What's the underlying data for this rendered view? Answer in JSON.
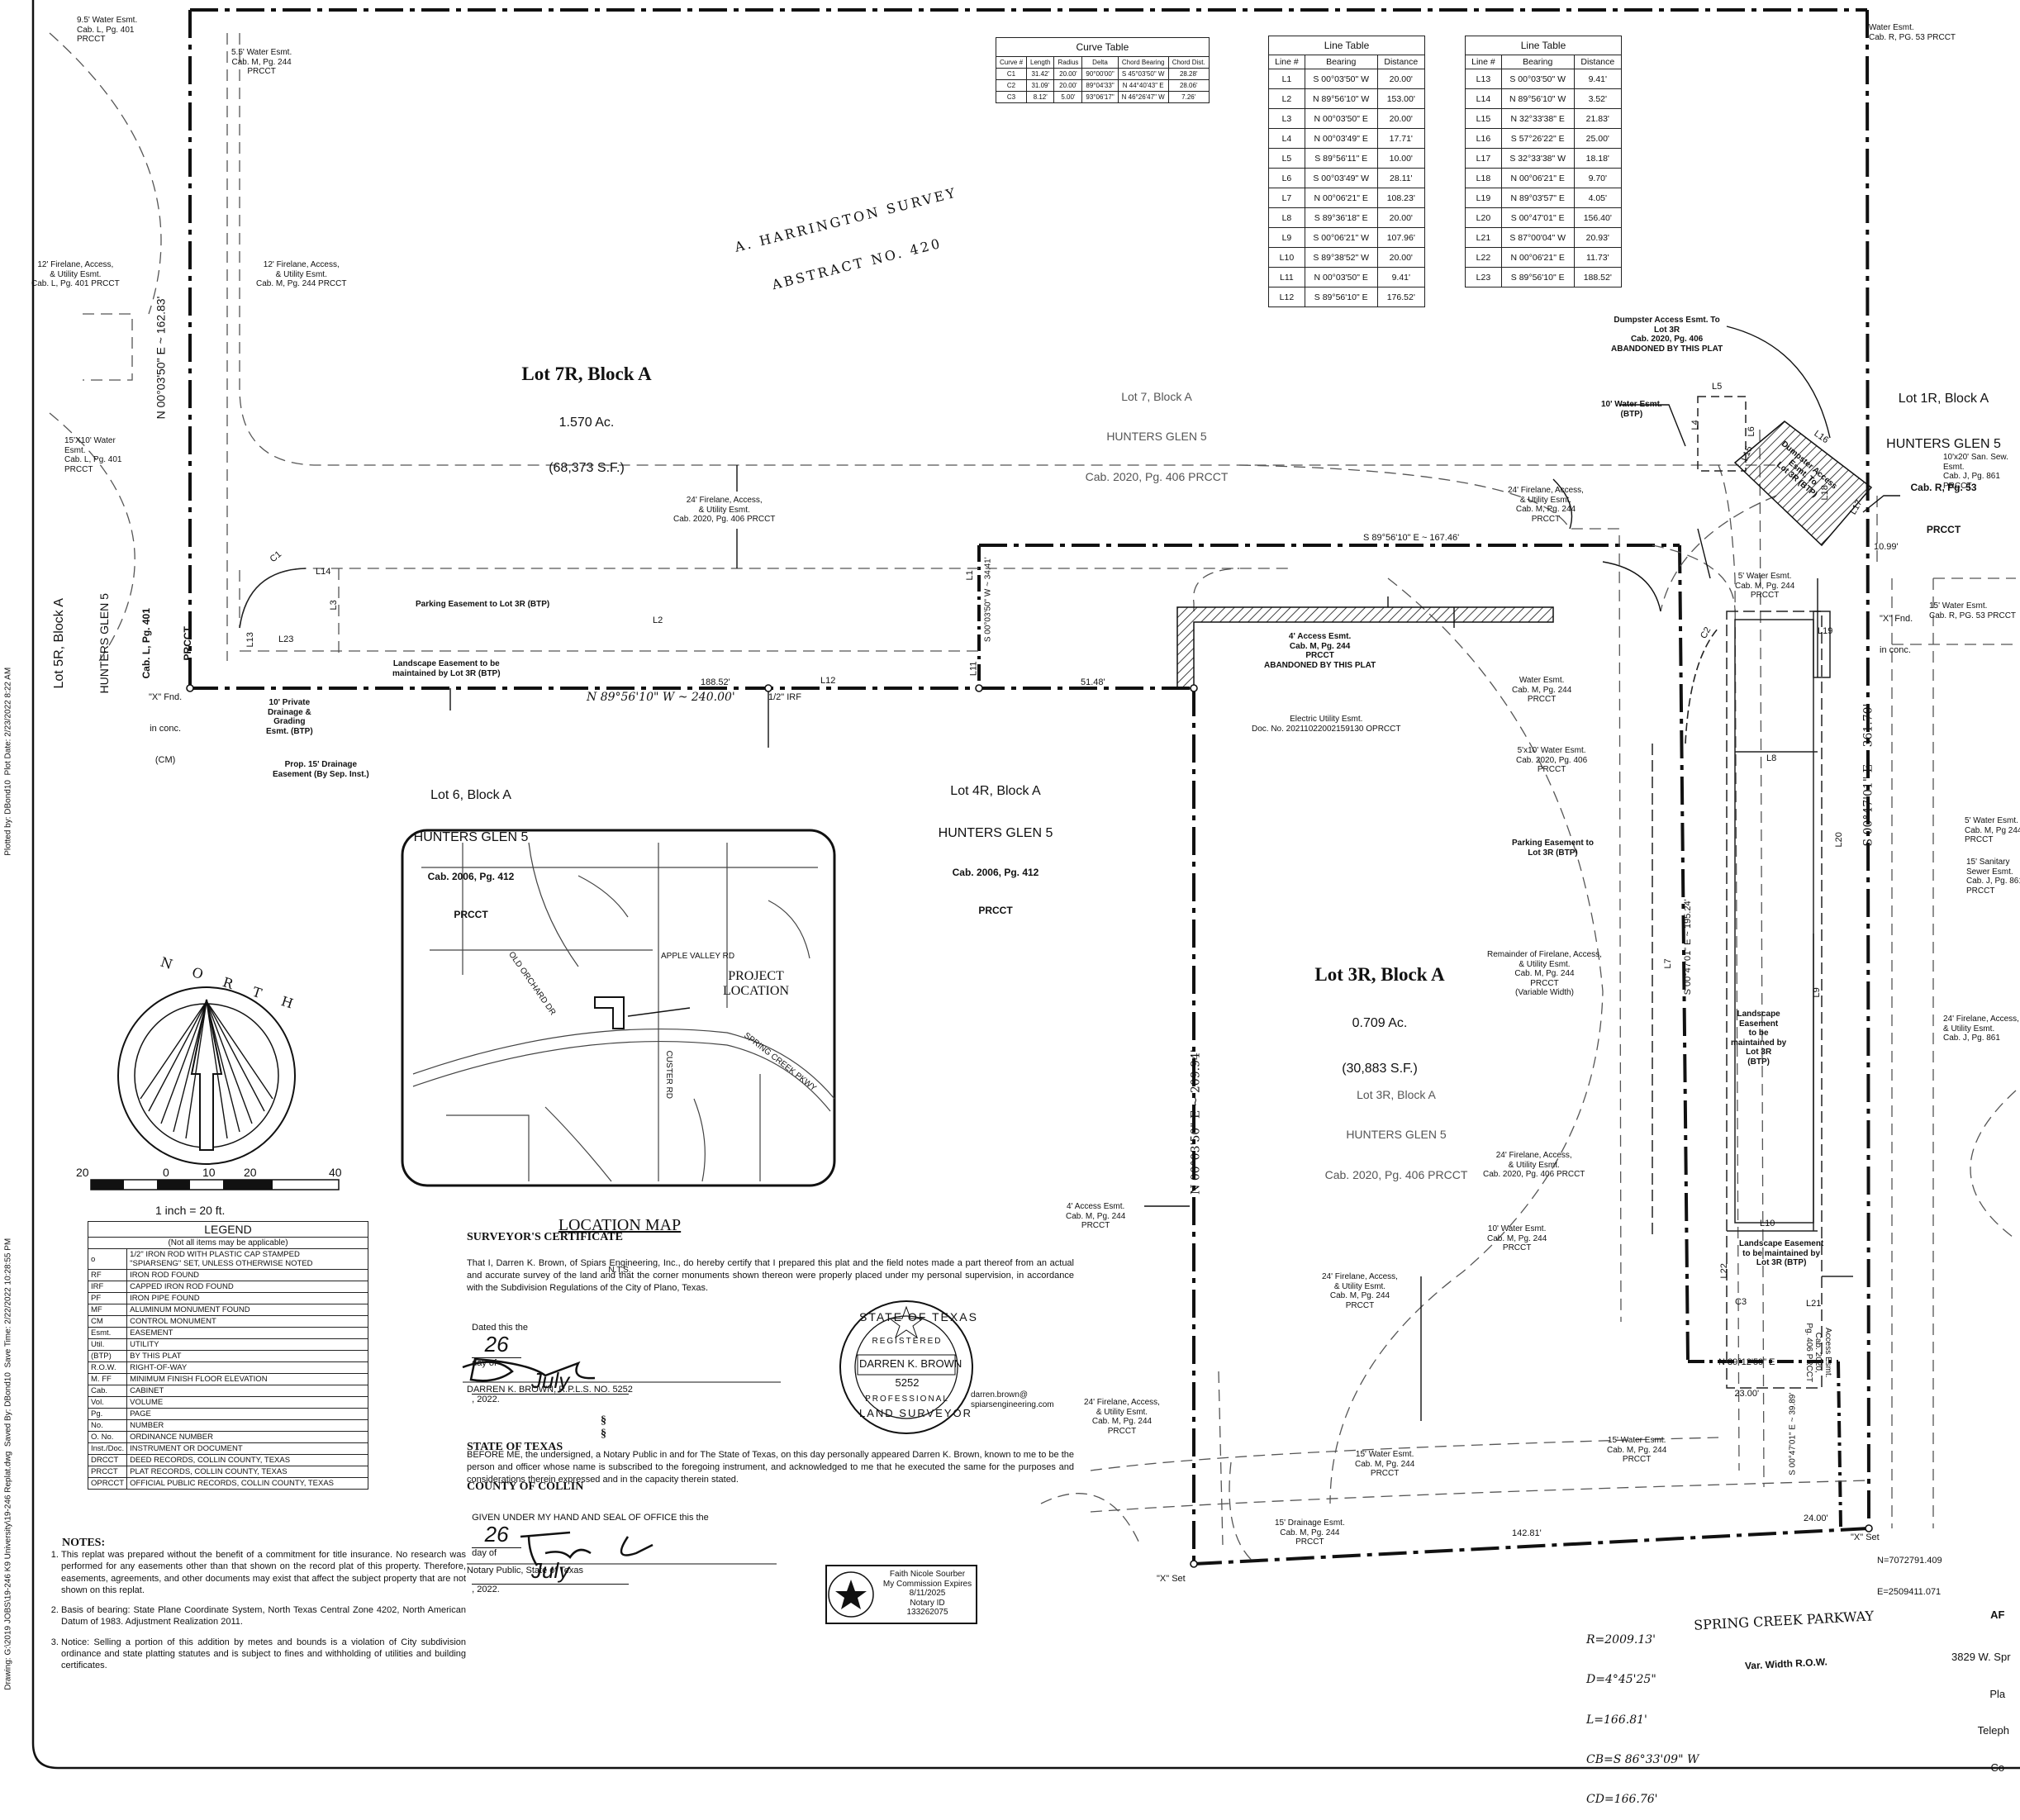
{
  "survey": {
    "line1": "A. HARRINGTON SURVEY",
    "line2": "ABSTRACT NO. 420"
  },
  "lots": {
    "lot7r": {
      "name": "Lot 7R, Block A",
      "area_ac": "1.570 Ac.",
      "area_sf": "(68,373 S.F.)"
    },
    "lot7": {
      "l1": "Lot 7, Block A",
      "l2": "HUNTERS GLEN 5",
      "l3": "Cab. 2020, Pg. 406 PRCCT"
    },
    "lot3r": {
      "name": "Lot 3R, Block A",
      "area_ac": "0.709 Ac.",
      "area_sf": "(30,883 S.F.)"
    },
    "lot3": {
      "l1": "Lot 3R, Block A",
      "l2": "HUNTERS GLEN 5",
      "l3": "Cab. 2020, Pg. 406 PRCCT"
    },
    "lot6": {
      "l1": "Lot 6, Block A",
      "l2": "HUNTERS GLEN 5",
      "l3": "Cab. 2006, Pg. 412",
      "l4": "PRCCT"
    },
    "lot4r": {
      "l1": "Lot 4R, Block A",
      "l2": "HUNTERS GLEN 5",
      "l3": "Cab. 2006, Pg. 412",
      "l4": "PRCCT"
    },
    "lot1r": {
      "l1": "Lot 1R, Block A",
      "l2": "HUNTERS GLEN 5",
      "l3": "Cab. R, Pg. 53",
      "l4": "PRCCT"
    },
    "lot5r": {
      "l1": "Lot 5R, Block A",
      "l2": "HUNTERS GLEN 5",
      "l3": "Cab. L, Pg. 401",
      "l4": "PRCCT"
    }
  },
  "curve_table": {
    "title": "Curve Table",
    "headers": [
      "Curve #",
      "Length",
      "Radius",
      "Delta",
      "Chord Bearing",
      "Chord Dist."
    ],
    "rows": [
      [
        "C1",
        "31.42'",
        "20.00'",
        "90°00'00\"",
        "S 45°03'50\" W",
        "28.28'"
      ],
      [
        "C2",
        "31.09'",
        "20.00'",
        "89°04'33\"",
        "N 44°40'43\" E",
        "28.06'"
      ],
      [
        "C3",
        "8.12'",
        "5.00'",
        "93°06'17\"",
        "N 46°26'47\" W",
        "7.26'"
      ]
    ]
  },
  "line_table_1": {
    "title": "Line Table",
    "headers": [
      "Line #",
      "Bearing",
      "Distance"
    ],
    "rows": [
      [
        "L1",
        "S 00°03'50\" W",
        "20.00'"
      ],
      [
        "L2",
        "N 89°56'10\" W",
        "153.00'"
      ],
      [
        "L3",
        "N 00°03'50\" E",
        "20.00'"
      ],
      [
        "L4",
        "N 00°03'49\" E",
        "17.71'"
      ],
      [
        "L5",
        "S 89°56'11\" E",
        "10.00'"
      ],
      [
        "L6",
        "S 00°03'49\" W",
        "28.11'"
      ],
      [
        "L7",
        "N 00°06'21\" E",
        "108.23'"
      ],
      [
        "L8",
        "S 89°36'18\" E",
        "20.00'"
      ],
      [
        "L9",
        "S 00°06'21\" W",
        "107.96'"
      ],
      [
        "L10",
        "S 89°38'52\" W",
        "20.00'"
      ],
      [
        "L11",
        "N 00°03'50\" E",
        "9.41'"
      ],
      [
        "L12",
        "S 89°56'10\" E",
        "176.52'"
      ]
    ]
  },
  "line_table_2": {
    "title": "Line Table",
    "headers": [
      "Line #",
      "Bearing",
      "Distance"
    ],
    "rows": [
      [
        "L13",
        "S 00°03'50\" W",
        "9.41'"
      ],
      [
        "L14",
        "N 89°56'10\" W",
        "3.52'"
      ],
      [
        "L15",
        "N 32°33'38\" E",
        "21.83'"
      ],
      [
        "L16",
        "S 57°26'22\" E",
        "25.00'"
      ],
      [
        "L17",
        "S 32°33'38\" W",
        "18.18'"
      ],
      [
        "L18",
        "N 00°06'21\" E",
        "9.70'"
      ],
      [
        "L19",
        "N 89°03'57\" E",
        "4.05'"
      ],
      [
        "L20",
        "S 00°47'01\" E",
        "156.40'"
      ],
      [
        "L21",
        "S 87°00'04\" W",
        "20.93'"
      ],
      [
        "L22",
        "N 00°06'21\" E",
        "11.73'"
      ],
      [
        "L23",
        "S 89°56'10\" E",
        "188.52'"
      ]
    ]
  },
  "calls": {
    "west_line": "N 00°03'50\" E ~ 162.83'",
    "south_line_7r": "N 89°56'10\" W ~ 240.00'",
    "seg_188": "188.52'",
    "seg_51": "51.48'",
    "l11_call": "S 00°03'50\" W ~ 34.41'",
    "top_3r": "S 89°56'10\" E ~ 167.46'",
    "west_3r": "N 00°03'50\" E ~ 209.94'",
    "east_main": "S 00°47'01\" E ~ 361.70'",
    "inner_east": "S 00°47'01\" E ~ 195.24'",
    "south_east": "S 00°47'01\" E ~ 39.89'",
    "n89": "N 89°12'59\" E",
    "n89d": "23.00'",
    "d24": "24.00'",
    "d10_99": "10.99'",
    "d142": "142.81'",
    "irf": "1/2\" IRF",
    "x_set1": "\"X\" Set",
    "x_set2": "\"X\" Set",
    "x_fnd1": "\"X\" Fnd.",
    "x_fnd1b": "in conc.",
    "x_fnd1c": "(CM)",
    "x_fnd2": "\"X\" Fnd.",
    "x_fnd2b": "in conc.",
    "coords1": "N=7072791.409",
    "coords2": "E=2509411.071"
  },
  "curve_data": {
    "r": "R=2009.13'",
    "d": "D=4°45'25\"",
    "l": "L=166.81'",
    "cb": "CB=S 86°33'09\" W",
    "cd": "CD=166.76'"
  },
  "road": {
    "name": "SPRING CREEK PARKWAY",
    "row": "Var. Width R.O.W."
  },
  "notes_labels": {
    "a1": "9.5' Water Esmt.\nCab. L, Pg. 401\nPRCCT",
    "a2": "5.5' Water Esmt.\nCab. M, Pg. 244\nPRCCT",
    "a3": "12' Firelane, Access,\n& Utility Esmt.\nCab. L, Pg. 401 PRCCT",
    "a4": "12' Firelane, Access,\n& Utility Esmt.\nCab. M, Pg. 244 PRCCT",
    "a5": "15'X10' Water\nEsmt.\nCab. L, Pg. 401\nPRCCT",
    "a6": "24' Firelane, Access,\n& Utility Esmt.\nCab. 2020, Pg. 406 PRCCT",
    "a7": "Parking Easement to Lot 3R (BTP)",
    "a8": "Landscape Easement to be\nmaintained by Lot 3R (BTP)",
    "a9": "10' Private\nDrainage &\nGrading\nEsmt. (BTP)",
    "a10": "Prop. 15' Drainage\nEasement (By Sep. Inst.)",
    "a11": "4' Access Esmt.\nCab. M, Pg. 244\nPRCCT\nABANDONED BY THIS PLAT",
    "a12": "Electric Utility Esmt.\nDoc. No. 20211022002159130 OPRCCT",
    "a13": "Dumpster Access Esmt. To\nLot 3R\nCab. 2020, Pg. 406\nABANDONED BY THIS PLAT",
    "a14": "10' Water Esmt.\n(BTP)",
    "a15": "24' Firelane, Access,\n& Utility Esmt.\nCab. M, Pg. 244\nPRCCT",
    "a16": "5' Water Esmt.\nCab. M, Pg. 244\nPRCCT",
    "a17": "Water Esmt.\nCab. M, Pg. 244\nPRCCT",
    "a18": "5'x10' Water Esmt.\nCab. 2020, Pg. 406\nPRCCT",
    "a19": "Parking Easement to\nLot 3R (BTP)",
    "a20": "Remainder of Firelane, Access,\n& Utility Esmt.\nCab. M, Pg. 244\nPRCCT\n(Variable Width)",
    "a21": "Landscape\nEasement\nto be\nmaintained by\nLot 3R\n(BTP)",
    "a22": "24' Firelane, Access,\n& Utility Esmt.\nCab. 2020, Pg. 406 PRCCT",
    "a23": "10' Water Esmt.\nCab. M, Pg. 244\nPRCCT",
    "a24": "Landscape Easement\nto be maintained by\nLot 3R (BTP)",
    "a25": "Access Esmt.\nCab. 2020,\nPg. 406 PRCCT",
    "a26": "4' Access Esmt.\nCab. M, Pg. 244\nPRCCT",
    "a27": "24' Firelane, Access,\n& Utility Esmt.\nCab. M, Pg. 244\nPRCCT",
    "a28": "24' Firelane, Access,\n& Utility Esmt.\nCab. M, Pg. 244\nPRCCT",
    "a29": "15' Water Esmt.\nCab. M, Pg. 244\nPRCCT",
    "a30": "15' Water Esmt.\nCab. M, Pg. 244\nPRCCT",
    "a31": "15' Drainage Esmt.\nCab. M, Pg. 244\nPRCCT",
    "a32": "Water Esmt.\nCab. R, PG. 53 PRCCT",
    "a33": "10'x20' San. Sew.\nEsmt.\nCab. J, Pg. 861\nPRCCT",
    "a34": "15' Water Esmt.\nCab. R, PG. 53 PRCCT",
    "a35": "5' Water Esmt.\nCab. M, Pg 244\nPRCCT",
    "a36": "15' Sanitary\nSewer Esmt.\nCab. J, Pg. 861\nPRCCT",
    "a37": "24' Firelane, Access,\n& Utility Esmt.\nCab. J, Pg. 861"
  },
  "line_labels": [
    "L1",
    "L2",
    "L3",
    "L4",
    "L5",
    "L6",
    "L7",
    "L8",
    "L9",
    "L10",
    "L11",
    "L12",
    "L13",
    "L14",
    "L15",
    "L16",
    "L17",
    "L18",
    "L19",
    "L20",
    "L21",
    "L22",
    "L23",
    "C1",
    "C2",
    "C3"
  ],
  "dumpster_label": "Dumpster Access\nEsmt. To\nLot 3R (BTP)",
  "north_arrow": {
    "label": "NORTH"
  },
  "scale": {
    "ticks": [
      "20",
      "0",
      "10",
      "20",
      "40"
    ],
    "text": "1 inch = 20 ft."
  },
  "location_map": {
    "title": "LOCATION MAP",
    "sub": "N.T.S.",
    "streets": [
      "APPLE VALLEY RD",
      "OLD ORCHARD DR",
      "SPRING CREEK PKWY",
      "CUSTER RD"
    ],
    "project": "PROJECT\nLOCATION"
  },
  "legend": {
    "title": "LEGEND",
    "note": "(Not all items may be applicable)",
    "rows": [
      [
        "o",
        "1/2\" IRON ROD WITH PLASTIC CAP STAMPED\n\"SPIARSENG\" SET, UNLESS OTHERWISE NOTED"
      ],
      [
        "RF",
        "IRON ROD FOUND"
      ],
      [
        "IRF",
        "CAPPED IRON ROD FOUND"
      ],
      [
        "PF",
        "IRON PIPE FOUND"
      ],
      [
        "MF",
        "ALUMINUM MONUMENT FOUND"
      ],
      [
        "CM",
        "CONTROL MONUMENT"
      ],
      [
        "Esmt.",
        "EASEMENT"
      ],
      [
        "Util.",
        "UTILITY"
      ],
      [
        "(BTP)",
        "BY THIS PLAT"
      ],
      [
        "R.O.W.",
        "RIGHT-OF-WAY"
      ],
      [
        "M. FF",
        "MINIMUM FINISH FLOOR ELEVATION"
      ],
      [
        "Cab.",
        "CABINET"
      ],
      [
        "Vol.",
        "VOLUME"
      ],
      [
        "Pg.",
        "PAGE"
      ],
      [
        "No.",
        "NUMBER"
      ],
      [
        "O. No.",
        "ORDINANCE NUMBER"
      ],
      [
        "Inst./Doc.",
        "INSTRUMENT OR DOCUMENT"
      ],
      [
        "DRCCT",
        "DEED RECORDS, COLLIN COUNTY, TEXAS"
      ],
      [
        "PRCCT",
        "PLAT RECORDS, COLLIN COUNTY, TEXAS"
      ],
      [
        "OPRCCT",
        "OFFICIAL PUBLIC RECORDS, COLLIN COUNTY, TEXAS"
      ]
    ]
  },
  "certificate": {
    "title": "SURVEYOR'S CERTIFICATE",
    "body": "That I, Darren K. Brown, of Spiars Engineering, Inc., do hereby certify that I prepared this plat and the field notes made a part thereof from an actual and accurate survey of the land and that the corner monuments shown thereon were properly placed under my personal supervision, in accordance with the Subdivision Regulations of the City of Plano, Texas.",
    "dated_pre": "Dated this the",
    "day": "26",
    "day_of": "day of",
    "month": "July",
    "year": ", 2022.",
    "signer": "DARREN K. BROWN, R.P.L.S. NO. 5252",
    "email": "darren.brown@\nspiarsengineering.com"
  },
  "notary": {
    "state": "STATE OF TEXAS",
    "county": "COUNTY OF COLLIN",
    "sect": "§\n§",
    "body": "BEFORE ME, the undersigned, a Notary Public in and for The State of Texas, on this day personally appeared Darren K. Brown, known to me to be the person and officer whose name is subscribed to the foregoing instrument, and acknowledged to me that he executed the same for the purposes and considerations therein expressed and in the capacity therein stated.",
    "given": "GIVEN UNDER MY HAND AND SEAL OF OFFICE this the",
    "day": "26",
    "day_of": "day of",
    "month": "July",
    "year": ", 2022.",
    "sig_label": "Notary Public, State of Texas",
    "seal": "Faith Nicole Sourber\nMy Commission Expires\n8/11/2025\nNotary ID\n133262075"
  },
  "seal": {
    "outer": "STATE OF TEXAS",
    "registered": "REGISTERED",
    "name": "DARREN K. BROWN",
    "num": "5252",
    "prof": "PROFESSIONAL",
    "ls": "LAND SURVEYOR"
  },
  "notes": {
    "title": "NOTES:",
    "items": [
      "This replat was prepared without the benefit of a commitment for title insurance. No research was performed for any easements other than that shown on the record plat of this property. Therefore, easements, agreements, and other documents may exist that affect the subject property that are not shown on this replat.",
      "Basis of bearing: State Plane Coordinate System, North Texas Central Zone 4202, North American Datum of 1983. Adjustment Realization 2011.",
      "Notice: Selling a portion of this addition by metes and bounds is a violation of City subdivision ordinance and state platting statutes and is subject to fines and withholding of utilities and building certificates."
    ]
  },
  "margin": {
    "plotted": "Plotted by: DBond10  Plot Date: 2/23/2022 8:22 AM",
    "saved": "Drawing: G:\\2019 JOBS\\19-246 K9 University\\19-246 Replat.dwg  Saved By: DBond10  Save Time: 2/22/2022 10:28:55 PM"
  },
  "title_block": {
    "a": "AF",
    "b": "3829 W. Spr",
    "c": "Pla",
    "d": "Teleph",
    "e": "Co"
  }
}
